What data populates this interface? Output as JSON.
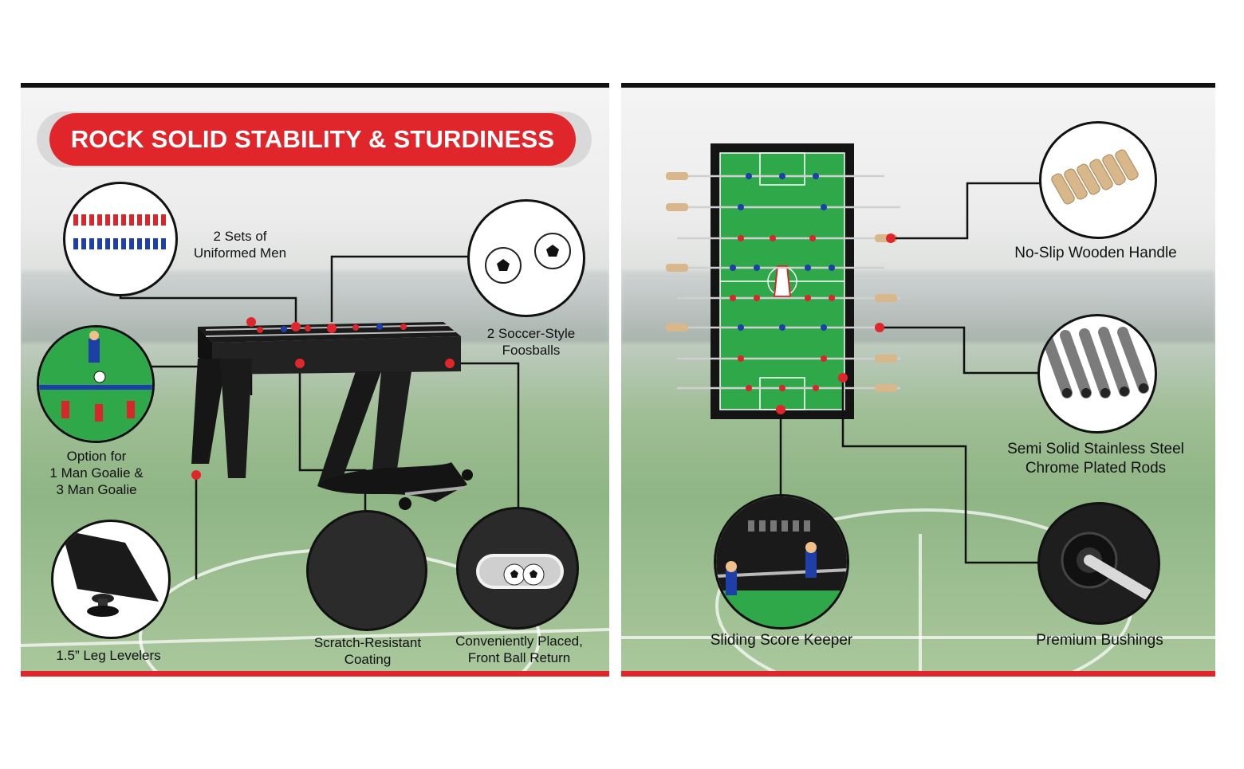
{
  "left_panel": {
    "banner_title": "ROCK SOLID STABILITY & STURDINESS",
    "features": {
      "uniformed_men": {
        "line1": "2 Sets of",
        "line2": "Uniformed Men"
      },
      "foosballs": {
        "line1": "2 Soccer-Style",
        "line2": "Foosballs"
      },
      "goalie": {
        "line1": "Option for",
        "line2": "1 Man Goalie &",
        "line3": "3 Man Goalie"
      },
      "leg_levelers": {
        "line1": "1.5” Leg Levelers"
      },
      "coating": {
        "line1": "Scratch-Resistant",
        "line2": "Coating"
      },
      "ball_return": {
        "line1": "Conveniently Placed,",
        "line2": "Front Ball Return"
      }
    }
  },
  "right_panel": {
    "features": {
      "handle": {
        "line1": "No-Slip Wooden Handle"
      },
      "rods": {
        "line1": "Semi Solid Stainless Steel",
        "line2": "Chrome Plated Rods"
      },
      "score_keeper": {
        "line1": "Sliding Score Keeper"
      },
      "bushings": {
        "line1": "Premium Bushings"
      }
    }
  },
  "colors": {
    "accent_red": "#e0262b",
    "border_black": "#111111",
    "field_green": "#2fa84a",
    "team_red": "#d9262b",
    "team_blue": "#1e3fa8"
  }
}
